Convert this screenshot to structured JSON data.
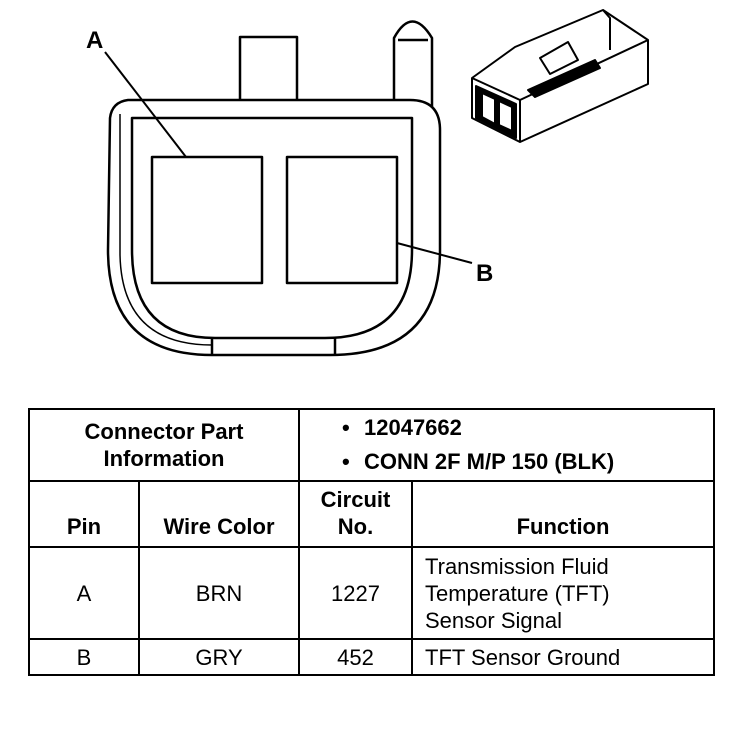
{
  "diagram": {
    "label_a": "A",
    "label_b": "B"
  },
  "connector_info": {
    "heading": "Connector Part Information",
    "part_number": "12047662",
    "description": "CONN 2F M/P 150 (BLK)"
  },
  "columns": {
    "pin": "Pin",
    "wire_color": "Wire Color",
    "circuit": "Circuit No.",
    "function": "Function"
  },
  "rows": [
    {
      "pin": "A",
      "wire_color": "BRN",
      "circuit": "1227",
      "function": "Transmission Fluid Temperature (TFT) Sensor Signal"
    },
    {
      "pin": "B",
      "wire_color": "GRY",
      "circuit": "452",
      "function": "TFT Sensor Ground"
    }
  ],
  "bullet_glyph": "•"
}
